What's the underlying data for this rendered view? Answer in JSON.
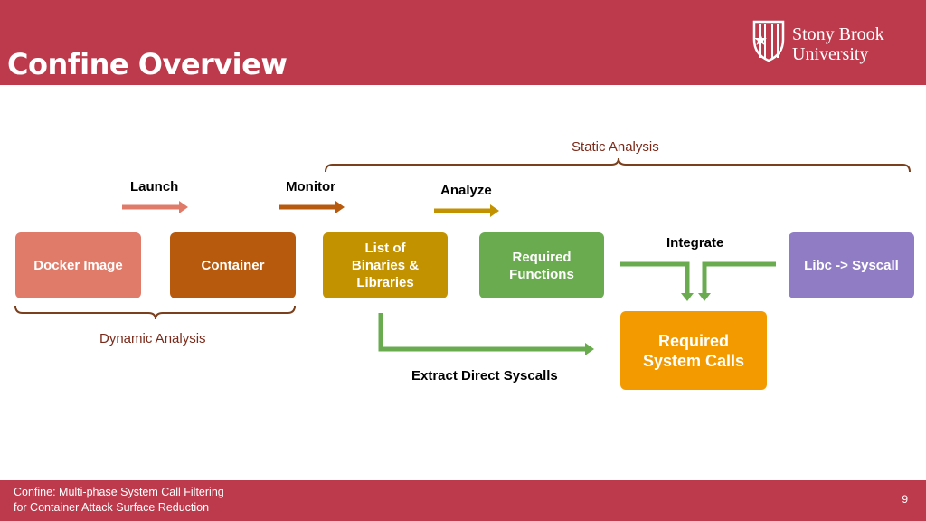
{
  "header": {
    "title": "Confine Overview",
    "logo": {
      "line1": "Stony Brook",
      "line2": "University"
    }
  },
  "diagram": {
    "boxes": {
      "docker_image": "Docker Image",
      "container": "Container",
      "list_binaries": [
        "List of",
        "Binaries &",
        "Libraries"
      ],
      "required_functions": [
        "Required",
        "Functions"
      ],
      "libc_syscall": "Libc -> Syscall",
      "required_syscalls": [
        "Required",
        "System Calls"
      ]
    },
    "labels": {
      "launch": "Launch",
      "monitor": "Monitor",
      "analyze": "Analyze",
      "integrate": "Integrate",
      "static_analysis": "Static Analysis",
      "dynamic_analysis": "Dynamic Analysis",
      "extract_direct": "Extract Direct Syscalls"
    },
    "colors": {
      "docker_image": "#e07b6a",
      "container": "#b85a0e",
      "list_binaries": "#c29200",
      "required_functions": "#6aab4f",
      "libc_syscall": "#8f7cc4",
      "required_syscalls": "#f29a00"
    }
  },
  "footer": {
    "line1": "Confine: Multi-phase System Call Filtering",
    "line2": "for Container Attack Surface Reduction",
    "page": "9"
  }
}
